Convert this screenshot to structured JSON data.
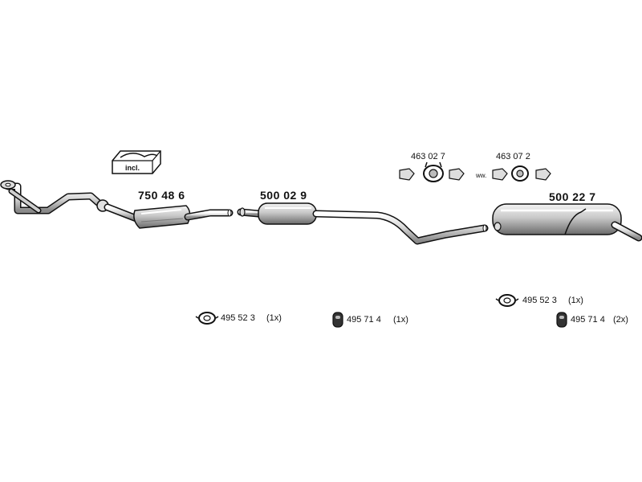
{
  "parts": {
    "catalytic_converter": "750 48 6",
    "front_silencer": "500 02 9",
    "rear_silencer": "500 22 7",
    "clamp_a": "463 02 7",
    "clamp_b": "463 07 2",
    "incl_label": "incl."
  },
  "hardware": [
    {
      "part": "495 52 3",
      "qty": "(1x)"
    },
    {
      "part": "495 71 4",
      "qty": "(1x)"
    },
    {
      "part": "495 52 3",
      "qty": "(1x)"
    },
    {
      "part": "495 71 4",
      "qty": "(2x)"
    }
  ],
  "colors": {
    "ink": "#111111",
    "shade_light": "#e6e6e6",
    "shade_mid": "#b8b8b8",
    "shade_dark": "#6e6e6e"
  }
}
